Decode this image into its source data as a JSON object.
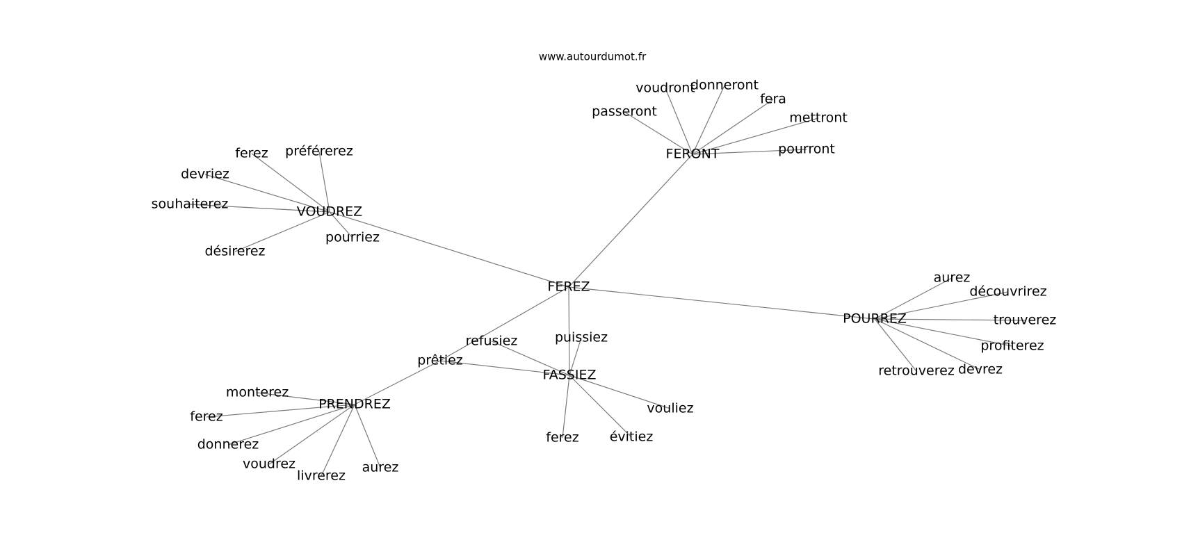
{
  "source_label": "www.autourdumot.fr",
  "graph": {
    "nodes": [
      {
        "id": "n0",
        "label": "FEREZ"
      },
      {
        "id": "n1",
        "label": "FERONT"
      },
      {
        "id": "n2",
        "label": "passeront"
      },
      {
        "id": "n3",
        "label": "voudront"
      },
      {
        "id": "n4",
        "label": "donneront"
      },
      {
        "id": "n5",
        "label": "fera"
      },
      {
        "id": "n6",
        "label": "mettront"
      },
      {
        "id": "n7",
        "label": "pourront"
      },
      {
        "id": "n8",
        "label": "VOUDREZ"
      },
      {
        "id": "n9",
        "label": "ferez"
      },
      {
        "id": "n10",
        "label": "préférerez"
      },
      {
        "id": "n11",
        "label": "devriez"
      },
      {
        "id": "n12",
        "label": "souhaiterez"
      },
      {
        "id": "n13",
        "label": "désirerez"
      },
      {
        "id": "n14",
        "label": "pourriez"
      },
      {
        "id": "n15",
        "label": "POURREZ"
      },
      {
        "id": "n16",
        "label": "aurez"
      },
      {
        "id": "n17",
        "label": "découvrirez"
      },
      {
        "id": "n18",
        "label": "trouverez"
      },
      {
        "id": "n19",
        "label": "profiterez"
      },
      {
        "id": "n20",
        "label": "devrez"
      },
      {
        "id": "n21",
        "label": "retrouverez"
      },
      {
        "id": "n22",
        "label": "FASSIEZ"
      },
      {
        "id": "n23",
        "label": "puissiez"
      },
      {
        "id": "n24",
        "label": "refusiez"
      },
      {
        "id": "n25",
        "label": "prêtiez"
      },
      {
        "id": "n26",
        "label": "vouliez"
      },
      {
        "id": "n27",
        "label": "évitiez"
      },
      {
        "id": "n28",
        "label": "ferez"
      },
      {
        "id": "n29",
        "label": "PRENDREZ"
      },
      {
        "id": "n30",
        "label": "monterez"
      },
      {
        "id": "n31",
        "label": "ferez"
      },
      {
        "id": "n32",
        "label": "donnerez"
      },
      {
        "id": "n33",
        "label": "voudrez"
      },
      {
        "id": "n34",
        "label": "livrerez"
      },
      {
        "id": "n35",
        "label": "aurez"
      }
    ],
    "edges": [
      [
        "n0",
        "n1"
      ],
      [
        "n0",
        "n8"
      ],
      [
        "n0",
        "n15"
      ],
      [
        "n0",
        "n22"
      ],
      [
        "n0",
        "n25"
      ],
      [
        "n1",
        "n2"
      ],
      [
        "n1",
        "n3"
      ],
      [
        "n1",
        "n4"
      ],
      [
        "n1",
        "n5"
      ],
      [
        "n1",
        "n6"
      ],
      [
        "n1",
        "n7"
      ],
      [
        "n8",
        "n9"
      ],
      [
        "n8",
        "n10"
      ],
      [
        "n8",
        "n11"
      ],
      [
        "n8",
        "n12"
      ],
      [
        "n8",
        "n13"
      ],
      [
        "n8",
        "n14"
      ],
      [
        "n15",
        "n16"
      ],
      [
        "n15",
        "n17"
      ],
      [
        "n15",
        "n18"
      ],
      [
        "n15",
        "n19"
      ],
      [
        "n15",
        "n20"
      ],
      [
        "n15",
        "n21"
      ],
      [
        "n22",
        "n23"
      ],
      [
        "n22",
        "n24"
      ],
      [
        "n22",
        "n25"
      ],
      [
        "n22",
        "n26"
      ],
      [
        "n22",
        "n27"
      ],
      [
        "n22",
        "n28"
      ],
      [
        "n25",
        "n29"
      ],
      [
        "n29",
        "n30"
      ],
      [
        "n29",
        "n31"
      ],
      [
        "n29",
        "n32"
      ],
      [
        "n29",
        "n33"
      ],
      [
        "n29",
        "n34"
      ],
      [
        "n29",
        "n35"
      ]
    ]
  }
}
